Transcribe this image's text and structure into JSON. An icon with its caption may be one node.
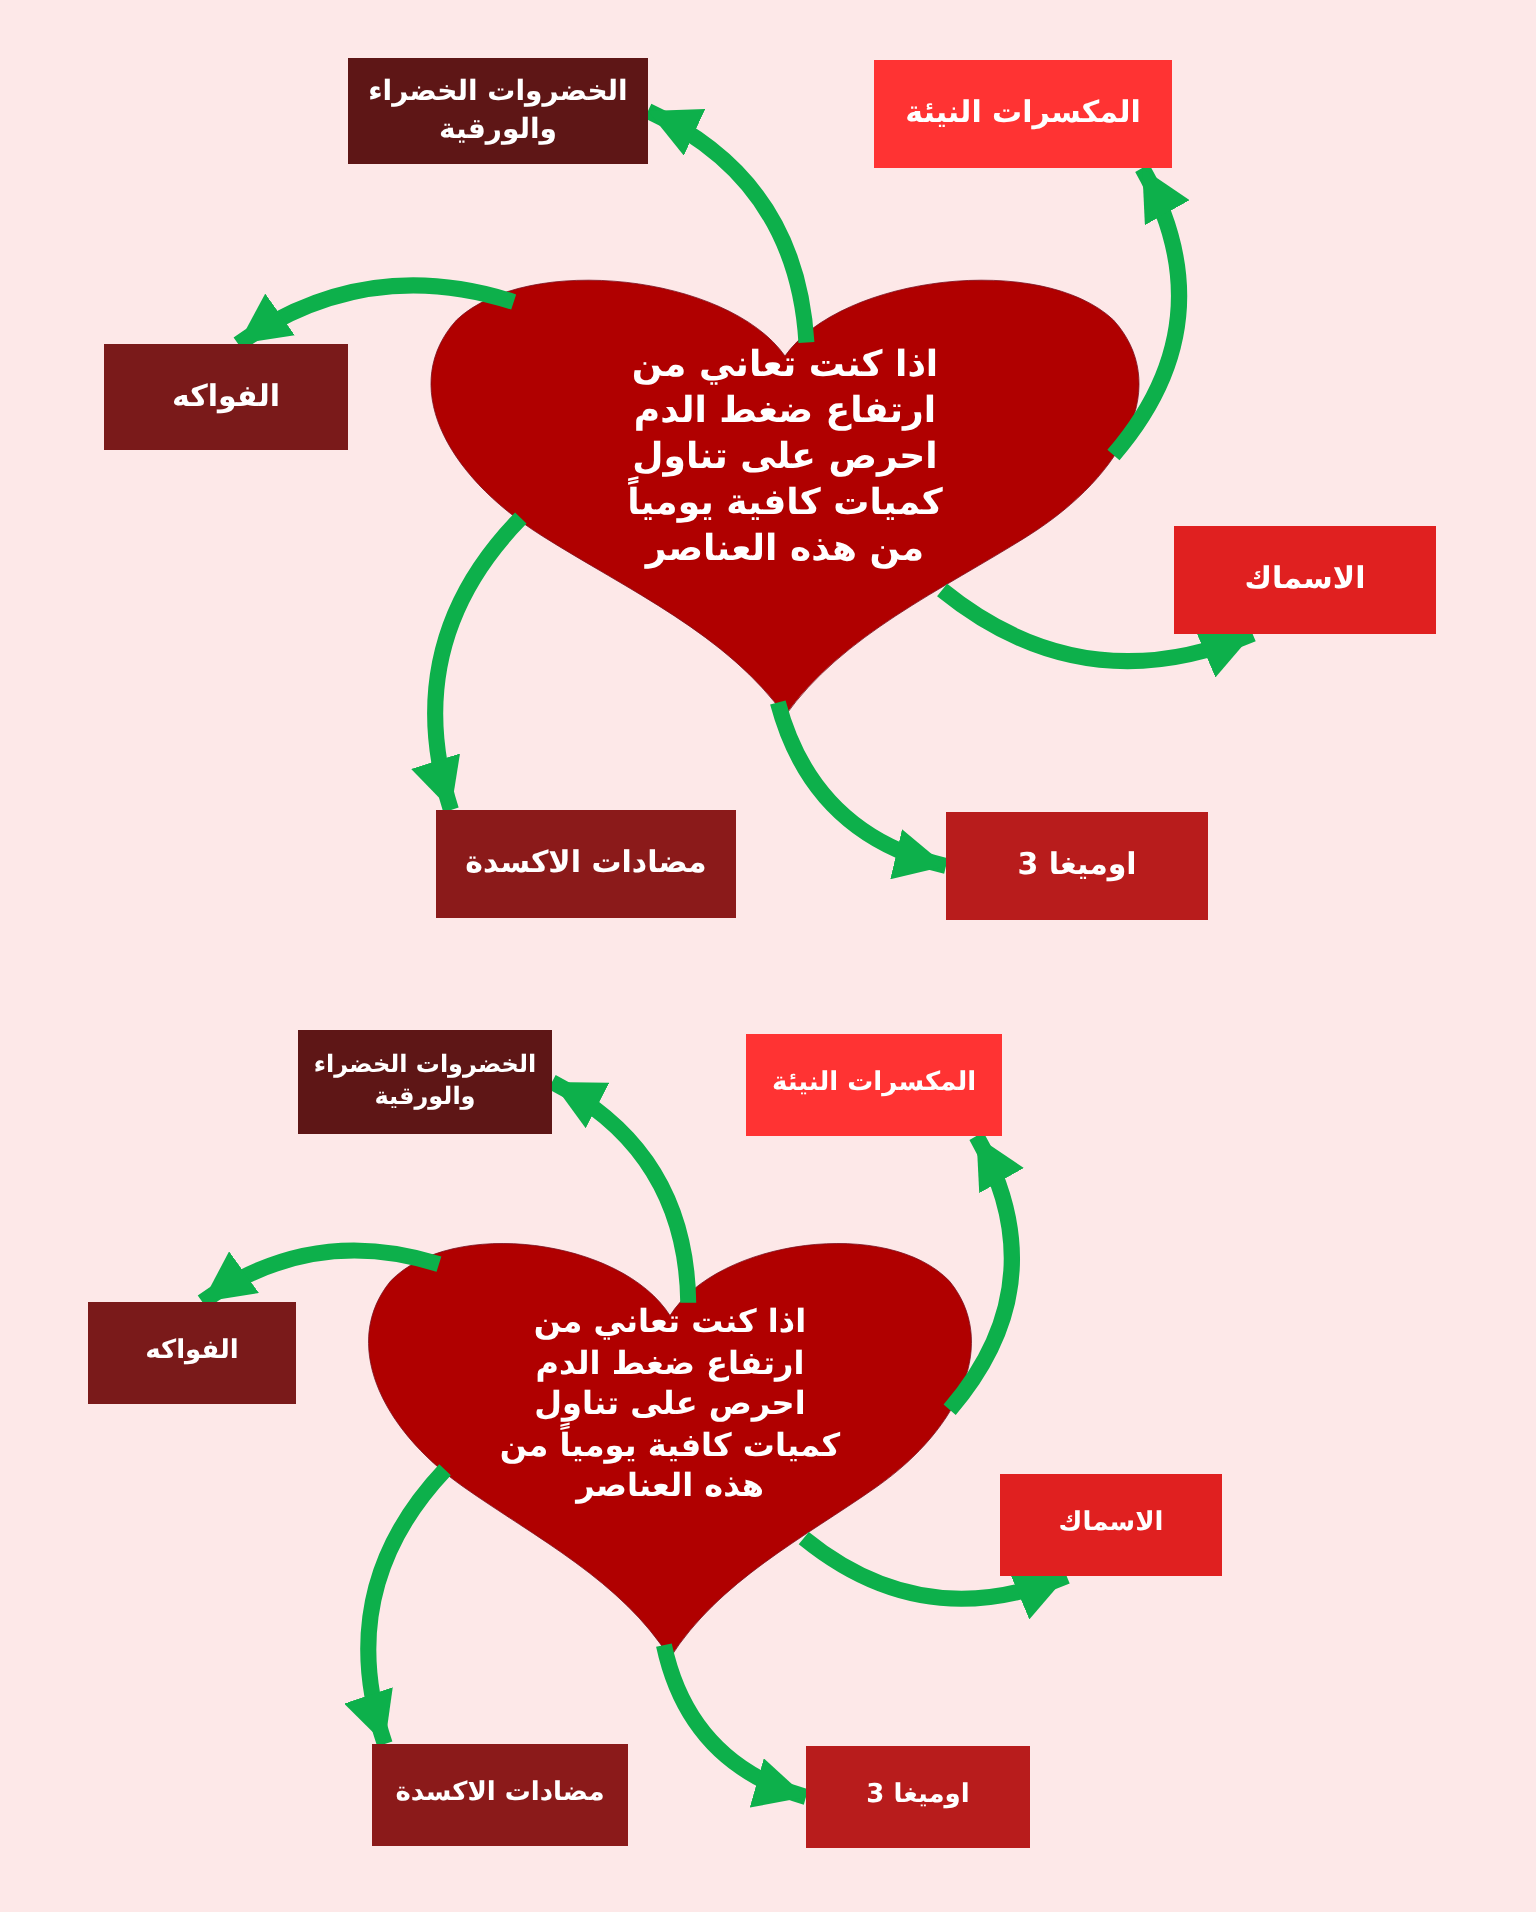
{
  "diagram": {
    "nodes": [
      {
        "text": [
          "اذا كنت تعاني من ارتفاع ضغط الدم احرص على تناول كميات كافية يومياً من هذه العناصر"
        ]
      },
      {
        "text": [
          "الخضروات الخضراء والورقية"
        ]
      },
      {
        "text": [
          "المكسرات النيئة"
        ]
      },
      {
        "text": [
          "الفواكه"
        ]
      },
      {
        "text": [
          "الاسماك"
        ]
      },
      {
        "text": [
          "مضادات الاكسدة"
        ]
      },
      {
        "text": [
          "اوميغا 3"
        ]
      },
      {
        "text": [
          "اذا كنت تعاني من ارتفاع ضغط الدم احرص على تناول كميات كافية يومياً من هذه العناصر"
        ]
      },
      {
        "text": [
          "الخضروات الخضراء والورقية"
        ]
      },
      {
        "text": [
          "المكسرات النيئة"
        ]
      },
      {
        "text": [
          "الفواكه"
        ]
      },
      {
        "text": [
          "الاسماك"
        ]
      },
      {
        "text": [
          "مضادات الاكسدة"
        ]
      },
      {
        "text": [
          "اوميغا 3"
        ]
      }
    ],
    "edges": [
      {
        "from": 0,
        "to": 1,
        "arrow": "to"
      },
      {
        "from": 0,
        "to": 2,
        "arrow": "to"
      },
      {
        "from": 0,
        "to": 3,
        "arrow": "to"
      },
      {
        "from": 0,
        "to": 4,
        "arrow": "to"
      },
      {
        "from": 0,
        "to": 5,
        "arrow": "to"
      },
      {
        "from": 0,
        "to": 6,
        "arrow": "to"
      },
      {
        "from": 7,
        "to": 8,
        "arrow": "to"
      },
      {
        "from": 7,
        "to": 9,
        "arrow": "to"
      },
      {
        "from": 7,
        "to": 10,
        "arrow": "to"
      },
      {
        "from": 7,
        "to": 11,
        "arrow": "to"
      },
      {
        "from": 7,
        "to": 12,
        "arrow": "to"
      },
      {
        "from": 7,
        "to": 13,
        "arrow": "to"
      }
    ]
  }
}
